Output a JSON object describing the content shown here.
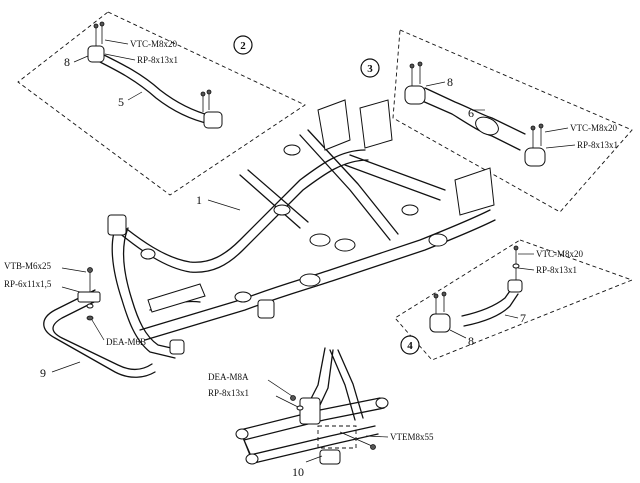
{
  "groups": {
    "group2": {
      "number": "2",
      "labels": {
        "bolt": "VTC-M8x20",
        "spacer": "RP-8x13x1",
        "clamp": "8",
        "bar": "5"
      }
    },
    "group3": {
      "number": "3",
      "labels": {
        "clamp": "8",
        "bar": "6",
        "bolt": "VTC-M8x20",
        "spacer": "RP-8x13x1"
      }
    },
    "group4": {
      "number": "4",
      "labels": {
        "bolt": "VTC-M8x20",
        "spacer": "RP-8x13x1",
        "bar": "7",
        "clamp": "8"
      }
    }
  },
  "frame": {
    "number": "1"
  },
  "front_bumper": {
    "number": "9",
    "labels": {
      "bolt": "VTB-M6x25",
      "spacer": "RP-6x11x1,5",
      "nut": "DEA-M6B"
    }
  },
  "rear_mount": {
    "number": "10",
    "labels": {
      "nut": "DEA-M8A",
      "spacer": "RP-8x13x1",
      "bolt": "VTEM8x55"
    }
  }
}
